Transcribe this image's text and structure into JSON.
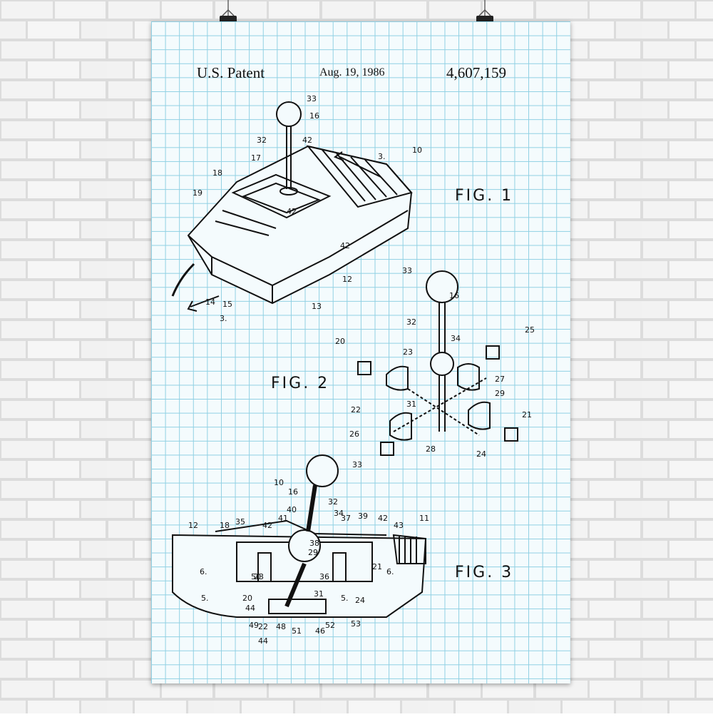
{
  "header": {
    "left": "U.S. Patent",
    "center": "Aug. 19, 1986",
    "right": "4,607,159"
  },
  "figures": {
    "fig1": "FIG. 1",
    "fig2": "FIG. 2",
    "fig3": "FIG. 3"
  },
  "fig1_labels": [
    "33",
    "16",
    "32",
    "42",
    "3.",
    "10",
    "17",
    "18",
    "19",
    "42",
    "42",
    "12",
    "14",
    "15",
    "13",
    "3."
  ],
  "fig2_labels": [
    "33",
    "16",
    "32",
    "34",
    "25",
    "20",
    "23",
    "27",
    "29",
    "31",
    "22",
    "21",
    "26",
    "28",
    "24"
  ],
  "fig3_labels": [
    "33",
    "10",
    "16",
    "32",
    "40",
    "41",
    "34",
    "37",
    "39",
    "42",
    "43",
    "11",
    "12",
    "18",
    "35",
    "42",
    "38",
    "29",
    "23",
    "36",
    "6.",
    "6.",
    "50",
    "21",
    "5.",
    "5.",
    "20",
    "24",
    "44",
    "31",
    "49",
    "22",
    "48",
    "51",
    "46",
    "52",
    "53",
    "44"
  ]
}
